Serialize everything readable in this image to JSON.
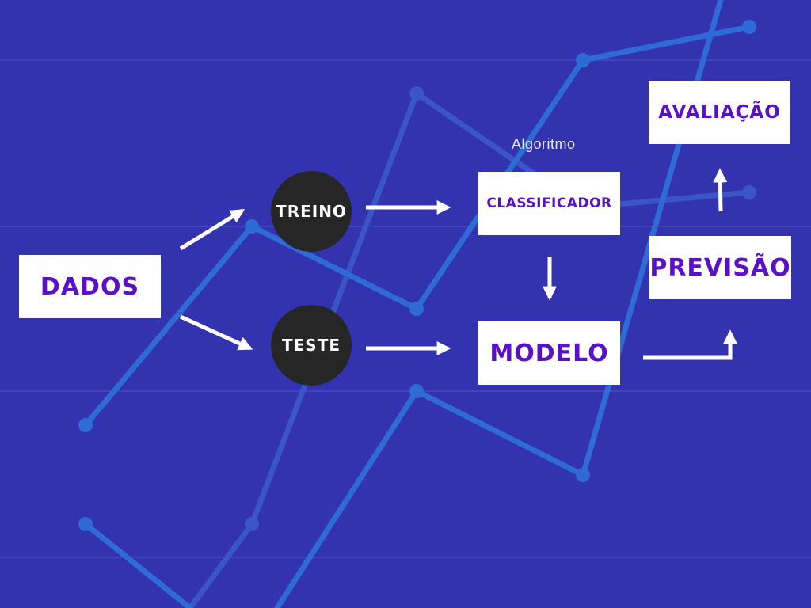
{
  "colors": {
    "background": "#3333b0",
    "box_fill": "#ffffff",
    "box_text": "#5a0fc8",
    "circle_fill": "#262626",
    "circle_text": "#ffffff",
    "arrow": "#ffffff",
    "deco_line": "#2f6bd6",
    "grid_line": "#4747bf"
  },
  "nodes": {
    "dados": "DADOS",
    "treino": "TREINO",
    "teste": "TESTE",
    "classificador": "CLASSIFICADOR",
    "algoritmo_caption": "Algoritmo",
    "modelo": "MODELO",
    "previsao": "PREVISÃO",
    "avaliacao": "AVALIAÇÃO"
  },
  "edges": [
    {
      "from": "DADOS",
      "to": "TREINO"
    },
    {
      "from": "DADOS",
      "to": "TESTE"
    },
    {
      "from": "TREINO",
      "to": "CLASSIFICADOR"
    },
    {
      "from": "TESTE",
      "to": "MODELO"
    },
    {
      "from": "CLASSIFICADOR",
      "to": "MODELO"
    },
    {
      "from": "MODELO",
      "to": "PREVISÃO"
    },
    {
      "from": "PREVISÃO",
      "to": "AVALIAÇÃO"
    }
  ],
  "background_decoration": "decorative-line-chart-icon"
}
